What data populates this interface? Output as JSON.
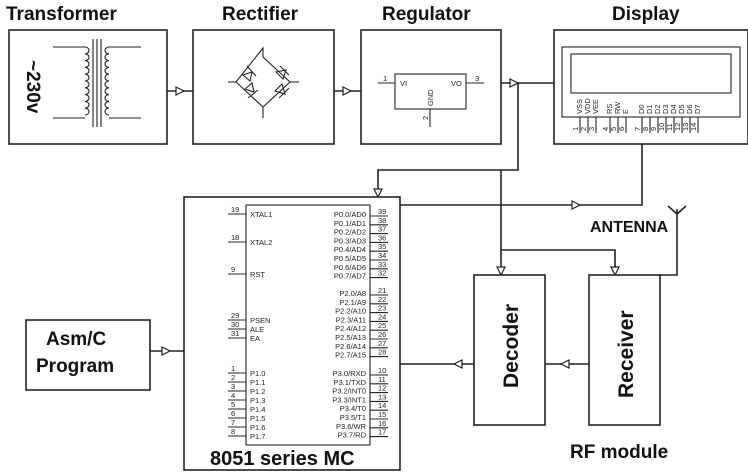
{
  "diagram": {
    "blocks": {
      "transformer": {
        "title": "Transformer",
        "input_label": "~230v"
      },
      "rectifier": {
        "title": "Rectifier"
      },
      "regulator": {
        "title": "Regulator",
        "pins": {
          "vi": "VI",
          "vo": "VO",
          "gnd": "GND",
          "pin1": "1",
          "pin2": "2",
          "pin3": "3"
        }
      },
      "display": {
        "title": "Display",
        "pin_labels": [
          "VSS",
          "VDD",
          "VEE",
          "RS",
          "RW",
          "E",
          "D0",
          "D1",
          "D2",
          "D3",
          "D4",
          "D5",
          "D6",
          "D7"
        ],
        "pin_numbers": [
          "1",
          "2",
          "3",
          "4",
          "5",
          "6",
          "7",
          "8",
          "9",
          "10",
          "11",
          "12",
          "13",
          "14"
        ]
      },
      "program": {
        "line1": "Asm/C",
        "line2": "Program"
      },
      "mcu": {
        "title": "8051 series MC",
        "left_pins": [
          {
            "num": "19",
            "label": "XTAL1"
          },
          {
            "num": "18",
            "label": "XTAL2"
          },
          {
            "num": "9",
            "label": "RST"
          },
          {
            "num": "29",
            "label": "PSEN"
          },
          {
            "num": "30",
            "label": "ALE"
          },
          {
            "num": "31",
            "label": "EA"
          },
          {
            "num": "1",
            "label": "P1.0"
          },
          {
            "num": "2",
            "label": "P1.1"
          },
          {
            "num": "3",
            "label": "P1.2"
          },
          {
            "num": "4",
            "label": "P1.3"
          },
          {
            "num": "5",
            "label": "P1.4"
          },
          {
            "num": "6",
            "label": "P1.5"
          },
          {
            "num": "7",
            "label": "P1.6"
          },
          {
            "num": "8",
            "label": "P1.7"
          }
        ],
        "right_pins": [
          {
            "num": "39",
            "label": "P0.0/AD0"
          },
          {
            "num": "38",
            "label": "P0.1/AD1"
          },
          {
            "num": "37",
            "label": "P0.2/AD2"
          },
          {
            "num": "36",
            "label": "P0.3/AD3"
          },
          {
            "num": "35",
            "label": "P0.4/AD4"
          },
          {
            "num": "34",
            "label": "P0.5/AD5"
          },
          {
            "num": "33",
            "label": "P0.6/AD6"
          },
          {
            "num": "32",
            "label": "P0.7/AD7"
          },
          {
            "num": "21",
            "label": "P2.0/A8"
          },
          {
            "num": "22",
            "label": "P2.1/A9"
          },
          {
            "num": "23",
            "label": "P2.2/A10"
          },
          {
            "num": "24",
            "label": "P2.3/A11"
          },
          {
            "num": "25",
            "label": "P2.4/A12"
          },
          {
            "num": "26",
            "label": "P2.5/A13"
          },
          {
            "num": "27",
            "label": "P2.6/A14"
          },
          {
            "num": "28",
            "label": "P2.7/A15"
          },
          {
            "num": "10",
            "label": "P3.0/RXD"
          },
          {
            "num": "11",
            "label": "P3.1/TXD"
          },
          {
            "num": "12",
            "label": "P3.2/INT0"
          },
          {
            "num": "13",
            "label": "P3.3/INT1"
          },
          {
            "num": "14",
            "label": "P3.4/T0"
          },
          {
            "num": "15",
            "label": "P3.5/T1"
          },
          {
            "num": "16",
            "label": "P3.6/WR"
          },
          {
            "num": "17",
            "label": "P3.7/RD"
          }
        ]
      },
      "decoder": {
        "title": "Decoder"
      },
      "receiver": {
        "title": "Receiver"
      },
      "antenna": {
        "label": "ANTENNA"
      },
      "rf_module": {
        "label": "RF module"
      }
    }
  }
}
